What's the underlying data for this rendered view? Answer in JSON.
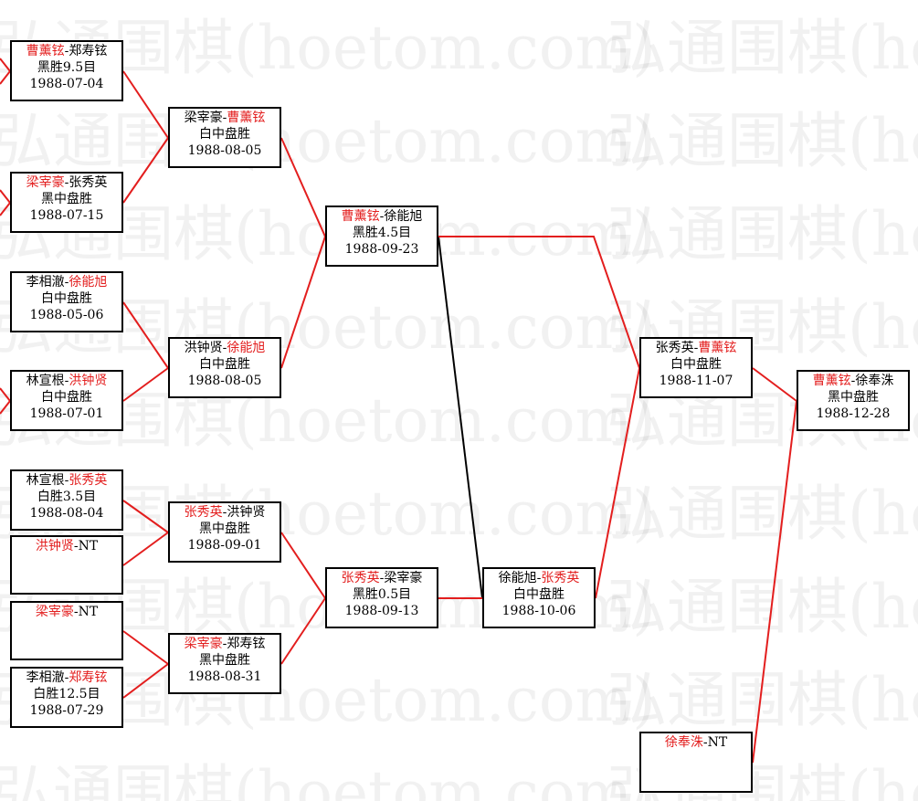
{
  "watermark_text": "弘通围棋(hoetom.com)",
  "colors": {
    "winner": "#e31e1e",
    "winner_line": "#e31e1e",
    "other_line": "#000000",
    "border": "#000000"
  },
  "matches": [
    {
      "id": "r1m1",
      "p1": "曹薰铉",
      "p2": "郑寿铉",
      "winner": 1,
      "result": "黑胜9.5目",
      "date": "1988-07-04"
    },
    {
      "id": "r1m2",
      "p1": "梁宰豪",
      "p2": "张秀英",
      "winner": 1,
      "result": "黑中盘胜",
      "date": "1988-07-15"
    },
    {
      "id": "r1m3",
      "p1": "李相澈",
      "p2": "徐能旭",
      "winner": 2,
      "result": "白中盘胜",
      "date": "1988-05-06"
    },
    {
      "id": "r1m4",
      "p1": "林宣根",
      "p2": "洪钟贤",
      "winner": 2,
      "result": "白中盘胜",
      "date": "1988-07-01"
    },
    {
      "id": "r1m5",
      "p1": "林宣根",
      "p2": "张秀英",
      "winner": 2,
      "result": "白胜3.5目",
      "date": "1988-08-04"
    },
    {
      "id": "r1m6",
      "p1": "洪钟贤",
      "p2": "NT",
      "winner": 1,
      "result": "",
      "date": ""
    },
    {
      "id": "r1m7",
      "p1": "梁宰豪",
      "p2": "NT",
      "winner": 1,
      "result": "",
      "date": ""
    },
    {
      "id": "r1m8",
      "p1": "李相澈",
      "p2": "郑寿铉",
      "winner": 2,
      "result": "白胜12.5目",
      "date": "1988-07-29"
    },
    {
      "id": "r2m1",
      "p1": "梁宰豪",
      "p2": "曹薰铉",
      "winner": 2,
      "result": "白中盘胜",
      "date": "1988-08-05"
    },
    {
      "id": "r2m2",
      "p1": "洪钟贤",
      "p2": "徐能旭",
      "winner": 2,
      "result": "白中盘胜",
      "date": "1988-08-05"
    },
    {
      "id": "r2m3",
      "p1": "张秀英",
      "p2": "洪钟贤",
      "winner": 1,
      "result": "黑中盘胜",
      "date": "1988-09-01"
    },
    {
      "id": "r2m4",
      "p1": "梁宰豪",
      "p2": "郑寿铉",
      "winner": 1,
      "result": "黑中盘胜",
      "date": "1988-08-31"
    },
    {
      "id": "r3m1",
      "p1": "曹薰铉",
      "p2": "徐能旭",
      "winner": 1,
      "result": "黑胜4.5目",
      "date": "1988-09-23"
    },
    {
      "id": "r3m2",
      "p1": "张秀英",
      "p2": "梁宰豪",
      "winner": 1,
      "result": "黑胜0.5目",
      "date": "1988-09-13"
    },
    {
      "id": "r4m1",
      "p1": "徐能旭",
      "p2": "张秀英",
      "winner": 2,
      "result": "白中盘胜",
      "date": "1988-10-06"
    },
    {
      "id": "r5m1",
      "p1": "张秀英",
      "p2": "曹薰铉",
      "winner": 2,
      "result": "白中盘胜",
      "date": "1988-11-07"
    },
    {
      "id": "r5m2",
      "p1": "徐奉洙",
      "p2": "NT",
      "winner": 1,
      "result": "",
      "date": ""
    },
    {
      "id": "final",
      "p1": "曹薰铉",
      "p2": "徐奉洙",
      "winner": 1,
      "result": "黑中盘胜",
      "date": "1988-12-28"
    }
  ]
}
